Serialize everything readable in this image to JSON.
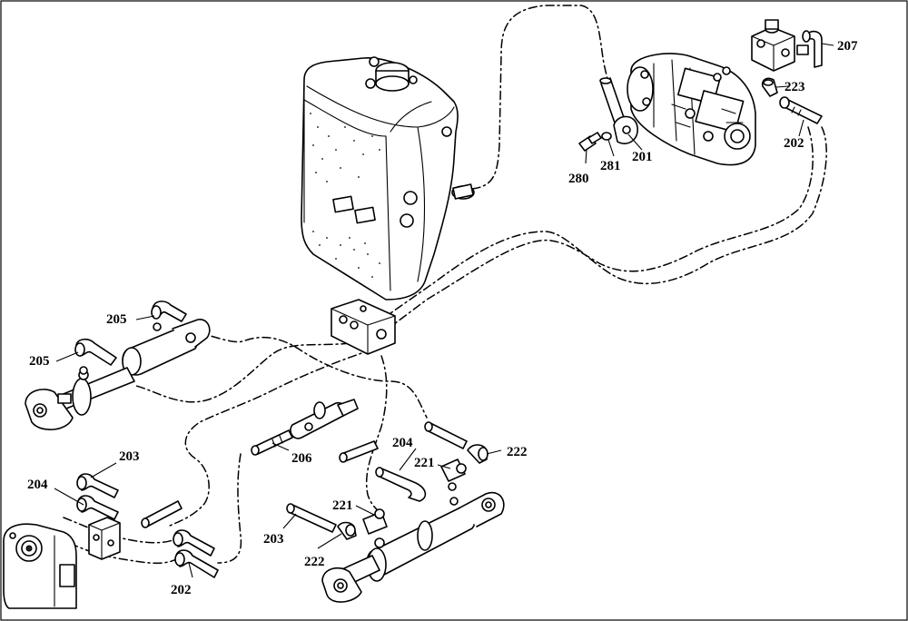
{
  "diagram": {
    "callouts": {
      "c201": "201",
      "c202a": "202",
      "c202b": "202",
      "c203a": "203",
      "c203b": "203",
      "c204a": "204",
      "c204b": "204",
      "c205a": "205",
      "c205b": "205",
      "c206": "206",
      "c207": "207",
      "c221a": "221",
      "c221b": "221",
      "c222a": "222",
      "c222b": "222",
      "c223": "223",
      "c280": "280",
      "c281": "281"
    }
  }
}
